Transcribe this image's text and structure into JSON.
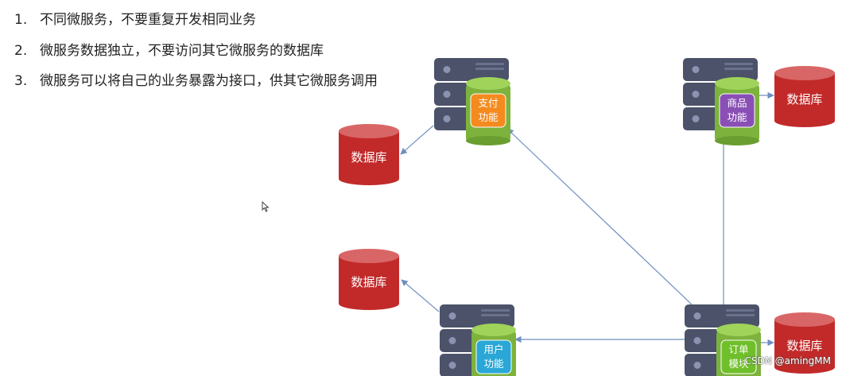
{
  "rules": [
    {
      "num": "1.",
      "text": "不同微服务，不要重复开发相同业务"
    },
    {
      "num": "2.",
      "text": "微服务数据独立，不要访问其它微服务的数据库"
    },
    {
      "num": "3.",
      "text": "微服务可以将自己的业务暴露为接口，供其它微服务调用"
    }
  ],
  "services": [
    {
      "id": "pay",
      "line1": "支付",
      "line2": "功能",
      "badge_color": "#f58a1f"
    },
    {
      "id": "goods",
      "line1": "商品",
      "line2": "功能",
      "badge_color": "#8a4fb5"
    },
    {
      "id": "user",
      "line1": "用户",
      "line2": "功能",
      "badge_color": "#2aa7d6"
    },
    {
      "id": "order",
      "line1": "订单",
      "line2": "模块",
      "badge_color": "#6fbf2a"
    }
  ],
  "database_label": "数据库",
  "colors": {
    "server": "#4b5269",
    "server_light": "#5c6480",
    "cylinder_green": "#8dc34a",
    "database_red": "#c22a2a",
    "database_top": "#d96666",
    "arrow": "#6f8fc0"
  },
  "watermark": "CSDN @amingMM"
}
